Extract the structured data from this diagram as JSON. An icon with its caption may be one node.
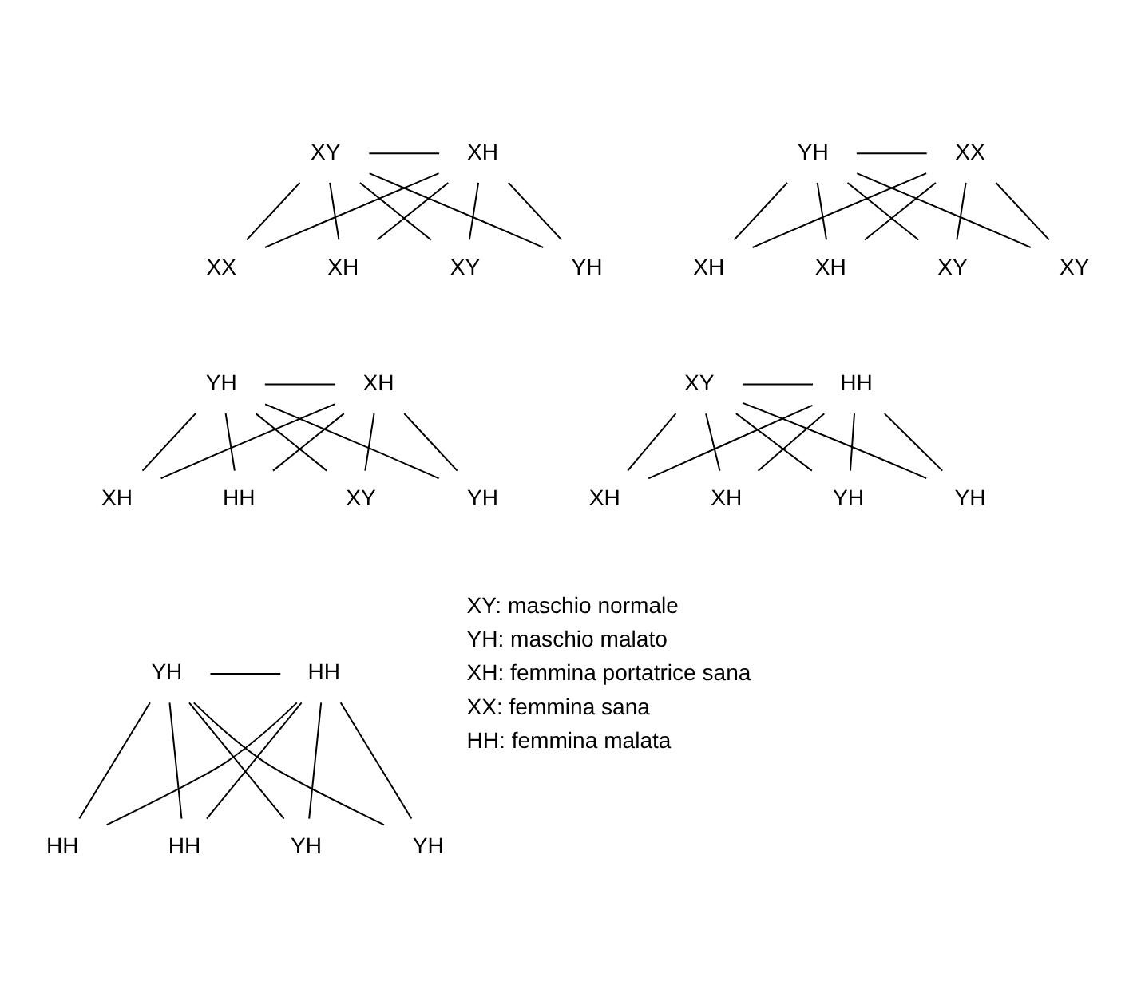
{
  "diagram": {
    "nodes": [
      {
        "text": [
          "XY"
        ]
      },
      {
        "text": [
          "XH"
        ]
      },
      {
        "text": [
          "XX"
        ]
      },
      {
        "text": [
          "XH"
        ]
      },
      {
        "text": [
          "XY"
        ]
      },
      {
        "text": [
          "YH"
        ]
      },
      {
        "text": [
          "YH"
        ]
      },
      {
        "text": [
          "XX"
        ]
      },
      {
        "text": [
          "XH"
        ]
      },
      {
        "text": [
          "XH"
        ]
      },
      {
        "text": [
          "XY"
        ]
      },
      {
        "text": [
          "XY"
        ]
      },
      {
        "text": [
          "YH"
        ]
      },
      {
        "text": [
          "XH"
        ]
      },
      {
        "text": [
          "XH"
        ]
      },
      {
        "text": [
          "HH"
        ]
      },
      {
        "text": [
          "XY"
        ]
      },
      {
        "text": [
          "YH"
        ]
      },
      {
        "text": [
          "XY"
        ]
      },
      {
        "text": [
          "HH"
        ]
      },
      {
        "text": [
          "XH"
        ]
      },
      {
        "text": [
          "XH"
        ]
      },
      {
        "text": [
          "YH"
        ]
      },
      {
        "text": [
          "YH"
        ]
      },
      {
        "text": [
          "YH"
        ]
      },
      {
        "text": [
          "HH"
        ]
      },
      {
        "text": [
          "HH"
        ]
      },
      {
        "text": [
          "HH"
        ]
      },
      {
        "text": [
          "YH"
        ]
      },
      {
        "text": [
          "YH"
        ]
      }
    ],
    "edges": [
      {
        "from": 0,
        "to": 1,
        "arrow": "none"
      },
      {
        "from": 0,
        "to": 2,
        "arrow": "none"
      },
      {
        "from": 1,
        "to": 2,
        "arrow": "none"
      },
      {
        "from": 0,
        "to": 3,
        "arrow": "none"
      },
      {
        "from": 1,
        "to": 3,
        "arrow": "none"
      },
      {
        "from": 0,
        "to": 4,
        "arrow": "none"
      },
      {
        "from": 1,
        "to": 4,
        "arrow": "none"
      },
      {
        "from": 0,
        "to": 5,
        "arrow": "none"
      },
      {
        "from": 1,
        "to": 5,
        "arrow": "none"
      },
      {
        "from": 6,
        "to": 7,
        "arrow": "none"
      },
      {
        "from": 6,
        "to": 8,
        "arrow": "none"
      },
      {
        "from": 7,
        "to": 8,
        "arrow": "none"
      },
      {
        "from": 6,
        "to": 9,
        "arrow": "none"
      },
      {
        "from": 7,
        "to": 9,
        "arrow": "none"
      },
      {
        "from": 6,
        "to": 10,
        "arrow": "none"
      },
      {
        "from": 7,
        "to": 10,
        "arrow": "none"
      },
      {
        "from": 6,
        "to": 11,
        "arrow": "none"
      },
      {
        "from": 7,
        "to": 11,
        "arrow": "none"
      },
      {
        "from": 12,
        "to": 13,
        "arrow": "none"
      },
      {
        "from": 12,
        "to": 14,
        "arrow": "none"
      },
      {
        "from": 13,
        "to": 14,
        "arrow": "none"
      },
      {
        "from": 12,
        "to": 15,
        "arrow": "none"
      },
      {
        "from": 13,
        "to": 15,
        "arrow": "none"
      },
      {
        "from": 12,
        "to": 16,
        "arrow": "none"
      },
      {
        "from": 13,
        "to": 16,
        "arrow": "none"
      },
      {
        "from": 12,
        "to": 17,
        "arrow": "none"
      },
      {
        "from": 13,
        "to": 17,
        "arrow": "none"
      },
      {
        "from": 18,
        "to": 19,
        "arrow": "none"
      },
      {
        "from": 18,
        "to": 20,
        "arrow": "none"
      },
      {
        "from": 19,
        "to": 20,
        "arrow": "none"
      },
      {
        "from": 18,
        "to": 21,
        "arrow": "none"
      },
      {
        "from": 19,
        "to": 21,
        "arrow": "none"
      },
      {
        "from": 18,
        "to": 22,
        "arrow": "none"
      },
      {
        "from": 19,
        "to": 22,
        "arrow": "none"
      },
      {
        "from": 18,
        "to": 23,
        "arrow": "none"
      },
      {
        "from": 19,
        "to": 23,
        "arrow": "none"
      },
      {
        "from": 24,
        "to": 25,
        "arrow": "none"
      },
      {
        "from": 24,
        "to": 26,
        "arrow": "none"
      },
      {
        "from": 25,
        "to": 26,
        "arrow": "none"
      },
      {
        "from": 24,
        "to": 27,
        "arrow": "none"
      },
      {
        "from": 25,
        "to": 27,
        "arrow": "none"
      },
      {
        "from": 24,
        "to": 28,
        "arrow": "none"
      },
      {
        "from": 25,
        "to": 28,
        "arrow": "none"
      },
      {
        "from": 24,
        "to": 29,
        "arrow": "none"
      },
      {
        "from": 25,
        "to": 29,
        "arrow": "none"
      }
    ],
    "labels": [
      "XY: maschio normale",
      "YH: maschio malato",
      "XH: femmina portatrice sana",
      "XX: femmina sana",
      "HH: femmina malata"
    ]
  }
}
